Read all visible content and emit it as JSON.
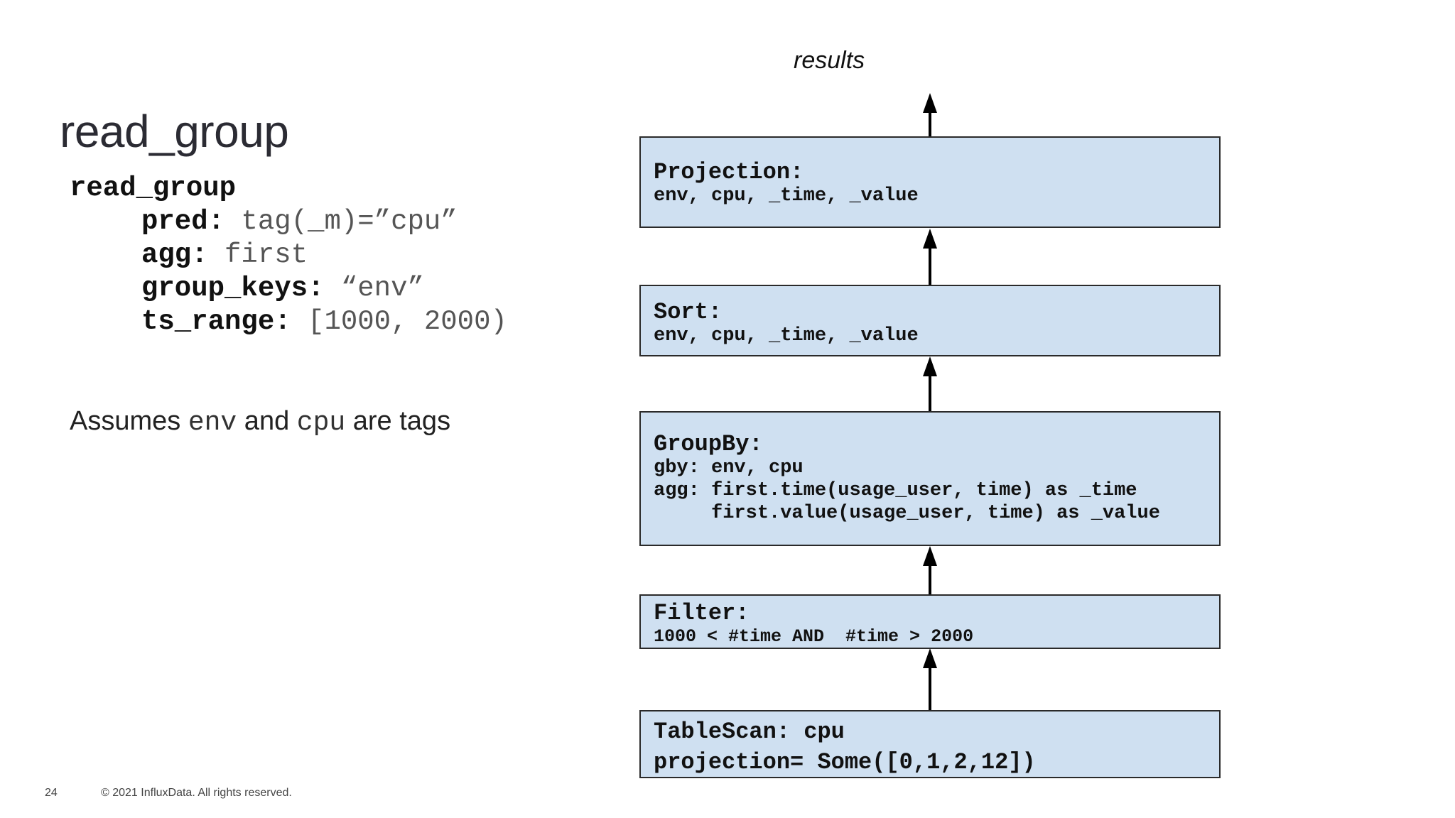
{
  "slide": {
    "title": "read_group",
    "code": {
      "name": "read_group",
      "pred_key": "pred:",
      "pred_val": " tag(_m)=”cpu”",
      "agg_key": "agg:",
      "agg_val": " first",
      "group_keys_key": "group_keys:",
      "group_keys_val": " “env”",
      "ts_range_key": "ts_range:",
      "ts_range_val": " [1000, 2000)"
    },
    "note": {
      "prefix": "Assumes ",
      "tag1": "env",
      "mid": " and ",
      "tag2": "cpu",
      "suffix": " are tags"
    },
    "page_number": "24",
    "copyright": "© 2021 InfluxData. All rights reserved."
  },
  "diagram": {
    "results_label": "results",
    "nodes": {
      "projection": {
        "title": "Projection:",
        "lines": [
          "env, cpu, _time, _value"
        ]
      },
      "sort": {
        "title": "Sort:",
        "lines": [
          "env, cpu, _time, _value"
        ]
      },
      "groupby": {
        "title": "GroupBy:",
        "lines": [
          "gby: env, cpu",
          "agg: first.time(usage_user, time) as _time",
          "     first.value(usage_user, time) as _value"
        ]
      },
      "filter": {
        "title": "Filter:",
        "lines": [
          "1000 < #time AND  #time > 2000"
        ]
      },
      "tablescan": {
        "title": "TableScan: cpu",
        "lines": [
          "projection= Some([0,1,2,12])"
        ]
      }
    },
    "colors": {
      "box_fill": "#cfe0f1",
      "box_border": "#2a2a2a",
      "arrow": "#000000"
    }
  }
}
